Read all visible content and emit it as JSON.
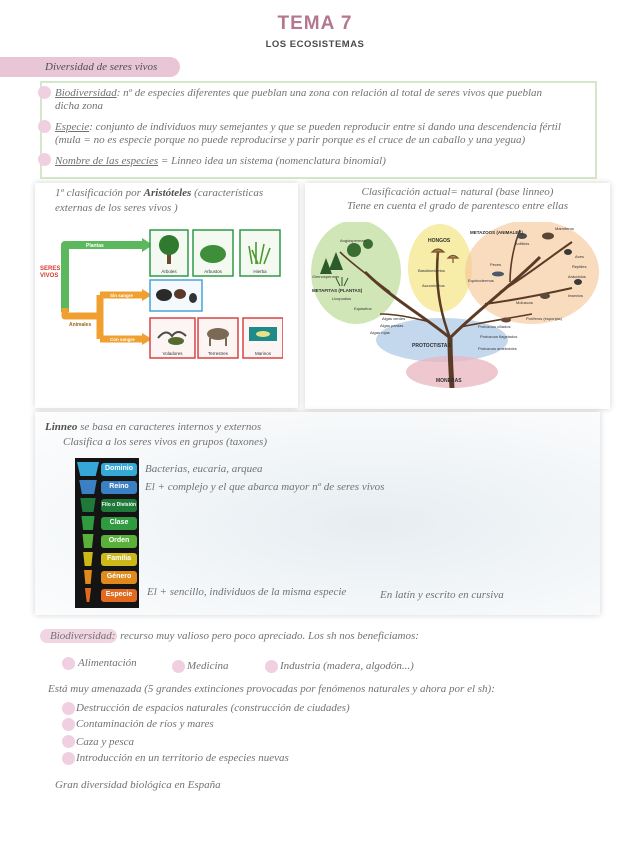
{
  "colors": {
    "title": "#b3778f",
    "banner": "#e9c6d6",
    "bullet": "#f0cfe0",
    "box_border": "#d5e7c9",
    "text": "#727272"
  },
  "header": {
    "title": "TEMA 7",
    "subtitle": "LOS ECOSISTEMAS"
  },
  "banner": {
    "label": "Diversidad de seres vivos"
  },
  "definitions": [
    {
      "term": "Biodiversidad",
      "text": ": nº de especies diferentes que pueblan una zona con relación al total de seres vivos que pueblan dicha zona"
    },
    {
      "term": "Especie",
      "text": ": conjunto de individuos muy semejantes y que se pueden reproducir entre si dando una descendencia fértil (mula = no es especie porque no puede reproducirse y parir porque es el cruce de un caballo y una yegua)"
    },
    {
      "term": "Nombre de las especies",
      "text": " = Linneo idea un sistema (nomenclatura binomial)"
    }
  ],
  "aristoteles": {
    "heading_prefix": "1º clasificación por ",
    "heading_name": "Aristóteles",
    "heading_suffix": " (características externas de los seres vivos )",
    "diagram": {
      "root": "SERES VIVOS",
      "plants": "Plantas",
      "animals": "Animales",
      "bloodless": "Sin sangre",
      "blooded": "Con sangre",
      "plant_groups": [
        "Árboles",
        "Arbustos",
        "Hierba"
      ],
      "blooded_groups": [
        "Voladores",
        "Terrestres",
        "Marinos"
      ]
    }
  },
  "natural": {
    "heading": "Clasificación actual= natural (base linneo)",
    "subheading": "Tiene en cuenta el grado de parentesco entre ellas",
    "kingdoms": {
      "plants": "METAFITAS (PLANTAS)",
      "fungi": "HONGOS",
      "animals": "METAZOOS (ANIMALES)",
      "protists": "PROTOCTISTAS",
      "monera": "MONERAS"
    },
    "groups": [
      "Angiospermas",
      "Gimnospermas",
      "Licopodios",
      "Equisetos",
      "Algas verdes",
      "Algas pardas",
      "Algas rojas",
      "Basidiomicetos",
      "Ascomicetos",
      "Anfibios",
      "Mamíferos",
      "Aves",
      "Reptiles",
      "Peces",
      "Arácnidos",
      "Insectos",
      "Moluscos",
      "Equinodermos",
      "Poríferos (esponjas)",
      "Protozoos ciliados",
      "Protozoos flagelados",
      "Protozoos ameboides"
    ]
  },
  "linneo": {
    "name": "Linneo",
    "basis": " se basa en caracteres internos y externos",
    "taxa_intro": "Clasifica a los seres vivos en grupos (taxones)",
    "ranks": [
      "Dominio",
      "Reino",
      "Filo o División",
      "Clase",
      "Orden",
      "Familia",
      "Género",
      "Especie"
    ],
    "rank_colors": [
      "#35a8d8",
      "#3b7fc4",
      "#1f7a3a",
      "#2f9a3f",
      "#5ab13a",
      "#cdb81a",
      "#e08a1e",
      "#e06a20"
    ],
    "notes": {
      "dominio": "Bacterias, eucaria, arquea",
      "reino": "El + complejo y el que abarca mayor nº de seres vivos",
      "especie": "El + sencillo, individuos de la misma especie",
      "nombre": "En latín y escrito en cursiva"
    }
  },
  "importance": {
    "term": "Biodiversidad:",
    "text": " recurso muy valioso pero poco apreciado. Los sh nos beneficiamos:",
    "benefits": [
      "Alimentación",
      "Medicina",
      "Industria (madera, algodón...)"
    ],
    "threat_intro": "Está muy amenazada (5 grandes extinciones provocadas por fenómenos naturales y ahora por el sh):",
    "threats": [
      "Destrucción de espacios naturales (construcción de ciudades)",
      "Contaminación de ríos y mares",
      "Caza y pesca",
      "Introducción en un territorio de especies nuevas"
    ],
    "closing": "Gran diversidad biológica en España"
  }
}
